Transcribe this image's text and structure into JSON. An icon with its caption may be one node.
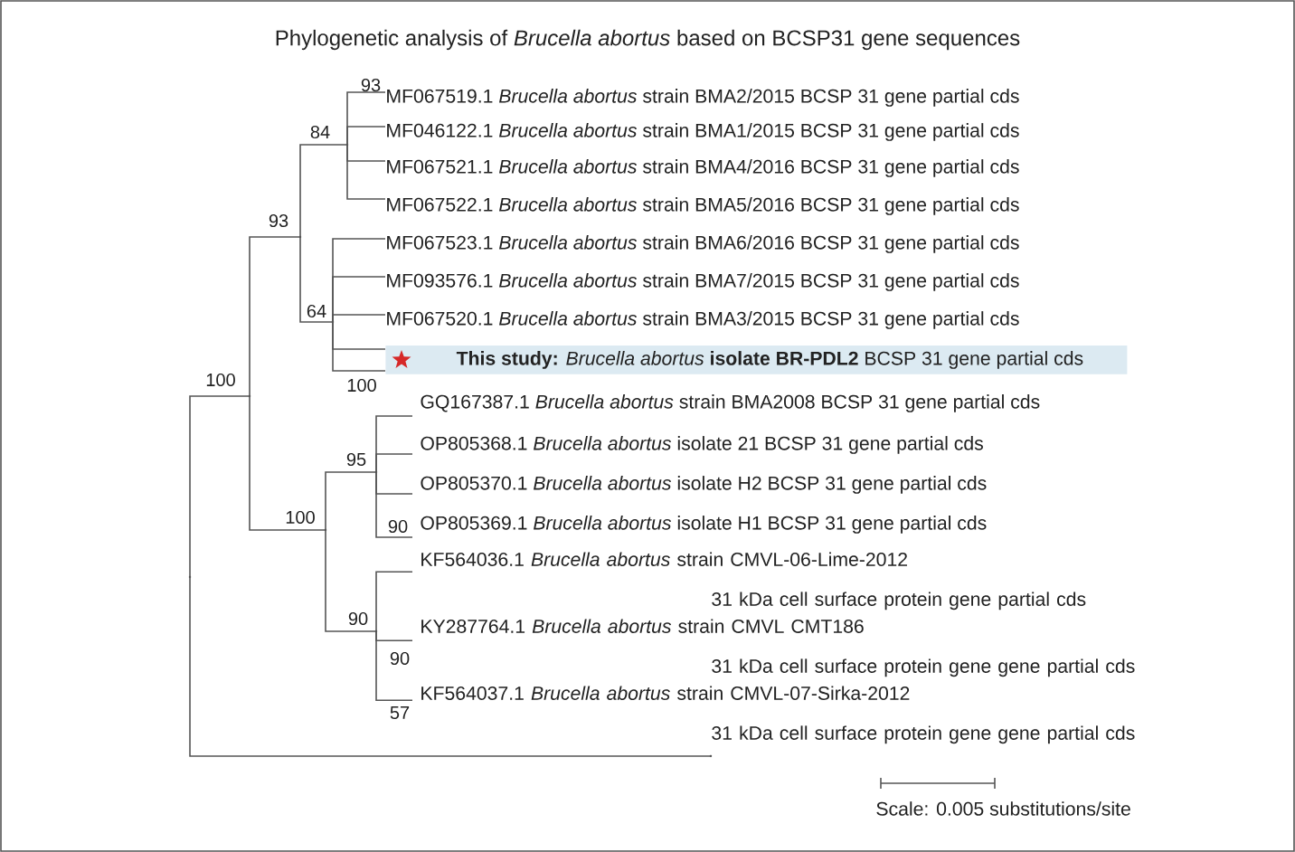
{
  "diagram": {
    "title": "Phylogenetic analysis of *Brucella abortus* based on BCSP31 gene sequences",
    "nodes": [
      {
        "text": [
          "MF067519.1 *Brucella abortus* strain BMA2/2015 BCSP 31 gene partial cds"
        ],
        "beside": [
          "93"
        ]
      },
      {
        "text": [
          "MF046122.1 *Brucella abortus* strain BMA1/2015 BCSP 31 gene partial cds"
        ]
      },
      {
        "text": [
          "MF067521.1 *Brucella abortus* strain BMA4/2016 BCSP 31 gene partial cds"
        ]
      },
      {
        "text": [
          "MF067522.1 *Brucella abortus* strain BMA5/2016 BCSP 31 gene partial cds"
        ]
      },
      {
        "text": [
          "MF067523.1 *Brucella abortus* strain BMA6/2016 BCSP 31 gene partial cds"
        ]
      },
      {
        "text": [
          "MF093576.1 *Brucella abortus* strain BMA7/2015 BCSP 31 gene partial cds"
        ]
      },
      {
        "text": [
          "MF067520.1 *Brucella abortus* strain BMA3/2015 BCSP 31 gene partial cds"
        ]
      },
      {
        "text": [
          "**This study:** *Brucella abortus* **isolate BR-PDL2** BCSP 31 gene partial cds"
        ],
        "beside": [
          "100"
        ]
      },
      {
        "text": [
          "GQ167387.1 *Brucella abortus* strain BMA2008 BCSP 31 gene partial cds"
        ]
      },
      {
        "text": [
          "OP805368.1 *Brucella abortus* isolate 21 BCSP 31 gene partial cds"
        ]
      },
      {
        "text": [
          "OP805370.1 *Brucella abortus* isolate H2 BCSP 31 gene partial cds"
        ]
      },
      {
        "text": [
          "OP805369.1 *Brucella abortus* isolate H1 BCSP 31 gene partial cds"
        ],
        "beside": [
          "90"
        ]
      },
      {
        "text": [
          "KF564036.1 *Brucella abortus* strain CMVL-06-Lime-2012 31 kDa cell surface protein gene partial cds"
        ]
      },
      {
        "text": [
          "KY287764.1 *Brucella abortus* strain CMVL CMT186 31 kDa cell surface protein gene gene partial cds"
        ],
        "beside": [
          "90"
        ]
      },
      {
        "text": [
          "KF564037.1 *Brucella abortus* strain CMVL-07-Sirka-2012 31 kDa cell surface protein gene gene partial cds"
        ],
        "beside": [
          "57"
        ]
      },
      {
        "text": [],
        "shape": "point"
      },
      {
        "text": [],
        "shape": "point",
        "beside": [
          "100"
        ]
      },
      {
        "text": [],
        "shape": "point",
        "beside": [
          "93"
        ]
      },
      {
        "text": [],
        "shape": "point",
        "beside": [
          "84"
        ]
      },
      {
        "text": [],
        "shape": "point",
        "beside": [
          "64"
        ]
      },
      {
        "text": [],
        "shape": "point",
        "beside": [
          "100"
        ]
      },
      {
        "text": [],
        "shape": "point",
        "beside": [
          "95"
        ]
      },
      {
        "text": [],
        "shape": "point",
        "beside": [
          "90"
        ]
      },
      {
        "text": [],
        "shape": "point"
      }
    ],
    "edges": [
      {
        "from": 15,
        "to": 16,
        "arrow": "none"
      },
      {
        "from": 15,
        "to": 23,
        "arrow": "none"
      },
      {
        "from": 16,
        "to": 17,
        "arrow": "none"
      },
      {
        "from": 16,
        "to": 20,
        "arrow": "none"
      },
      {
        "from": 17,
        "to": 18,
        "arrow": "none"
      },
      {
        "from": 17,
        "to": 19,
        "arrow": "none"
      },
      {
        "from": 18,
        "to": 0,
        "arrow": "none"
      },
      {
        "from": 18,
        "to": 1,
        "arrow": "none"
      },
      {
        "from": 18,
        "to": 2,
        "arrow": "none"
      },
      {
        "from": 18,
        "to": 3,
        "arrow": "none"
      },
      {
        "from": 19,
        "to": 4,
        "arrow": "none"
      },
      {
        "from": 19,
        "to": 5,
        "arrow": "none"
      },
      {
        "from": 19,
        "to": 6,
        "arrow": "none"
      },
      {
        "from": 19,
        "to": 7,
        "arrow": "none"
      },
      {
        "from": 19,
        "to": 7,
        "arrow": "none"
      },
      {
        "from": 20,
        "to": 21,
        "arrow": "none"
      },
      {
        "from": 20,
        "to": 22,
        "arrow": "none"
      },
      {
        "from": 21,
        "to": 8,
        "arrow": "none"
      },
      {
        "from": 21,
        "to": 9,
        "arrow": "none"
      },
      {
        "from": 21,
        "to": 10,
        "arrow": "none"
      },
      {
        "from": 21,
        "to": 11,
        "arrow": "none"
      },
      {
        "from": 22,
        "to": 12,
        "arrow": "none"
      },
      {
        "from": 22,
        "to": 13,
        "arrow": "none"
      },
      {
        "from": 22,
        "to": 14,
        "arrow": "none"
      }
    ],
    "labels": [
      "Scale: 0.005 substitutions/site"
    ]
  }
}
